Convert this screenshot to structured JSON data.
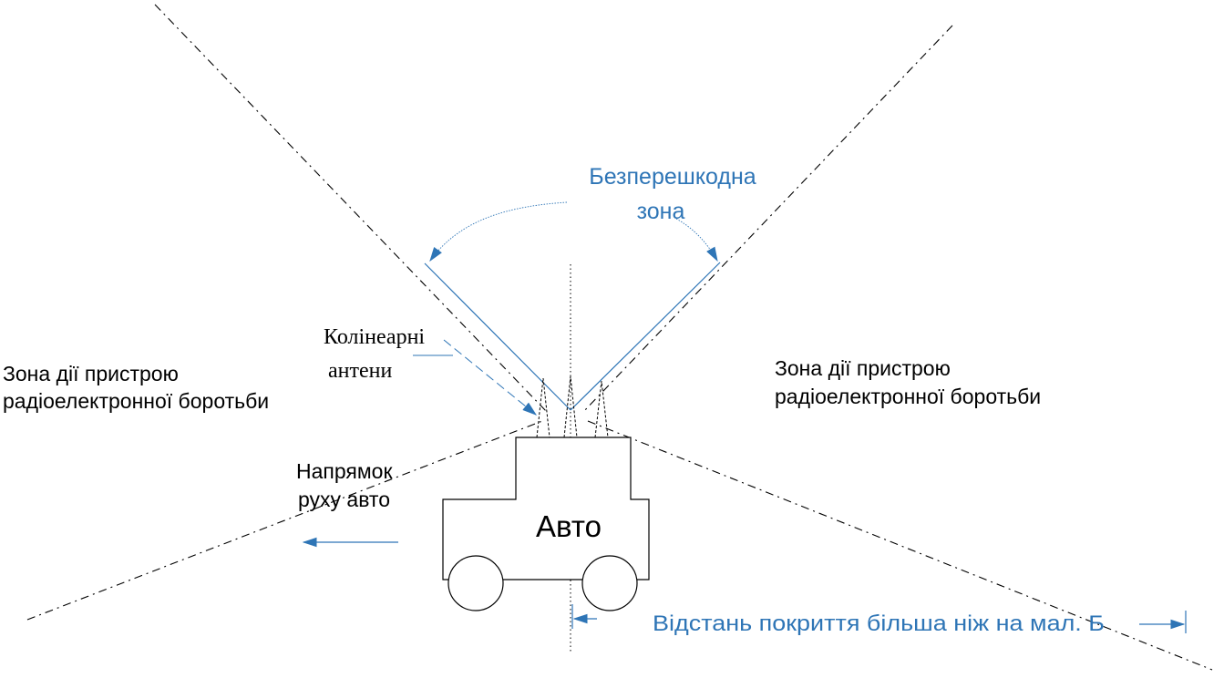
{
  "colors": {
    "accent": "#2e75b6",
    "ink": "#000000",
    "background": "#ffffff"
  },
  "labels": {
    "clear_zone_line1": "Безперешкодна",
    "clear_zone_line2": "зона",
    "antennas_line1": "Колінеарні",
    "antennas_line2": "антени",
    "ew_zone_left_line1": "Зона дії пристрою",
    "ew_zone_left_line2": "радіоелектронної боротьби",
    "ew_zone_right_line1": "Зона дії пристрою",
    "ew_zone_right_line2": "радіоелектронної боротьби",
    "direction_line1": "Напрямок",
    "direction_line2": "руху авто",
    "vehicle": "Авто",
    "coverage_distance": "Відстань покриття більша ніж на мал. Б"
  },
  "icons": {
    "vehicle": "car-outline-icon",
    "antenna": "collinear-antenna-icon"
  }
}
